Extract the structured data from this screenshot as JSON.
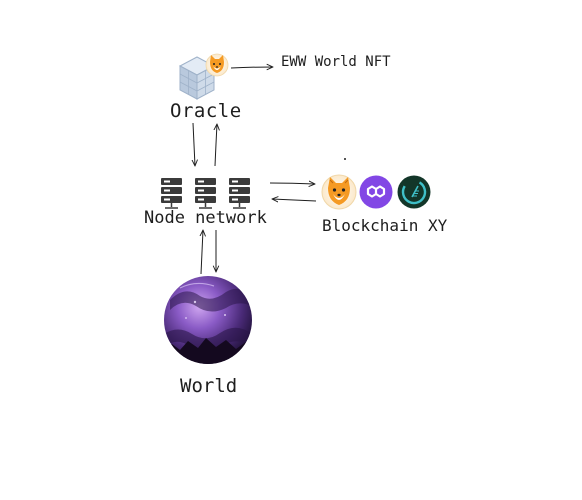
{
  "nodes": {
    "oracle": {
      "label": "Oracle",
      "icon": "database-cube-icon"
    },
    "nft": {
      "label": "EWW World NFT"
    },
    "node_network": {
      "label": "Node network",
      "icon": "server-icon"
    },
    "blockchain": {
      "label": "Blockchain XY",
      "icons": [
        "shiba-inu-icon",
        "polygon-icon",
        "gnosis-icon"
      ]
    },
    "world": {
      "label": "World",
      "icon": "purple-planet-icon"
    }
  },
  "edges": [
    {
      "from": "oracle",
      "to": "nft"
    },
    {
      "from": "oracle",
      "to": "node_network"
    },
    {
      "from": "node_network",
      "to": "oracle"
    },
    {
      "from": "node_network",
      "to": "blockchain"
    },
    {
      "from": "blockchain",
      "to": "node_network"
    },
    {
      "from": "world",
      "to": "node_network"
    },
    {
      "from": "node_network",
      "to": "world"
    }
  ],
  "colors": {
    "stroke": "#1e1e1e",
    "shiba_orange": "#f5a623",
    "polygon_purple": "#8247e5",
    "gnosis_dark": "#133629",
    "gnosis_teal": "#3fc0c8",
    "planet_purple": "#6b3fa0"
  }
}
